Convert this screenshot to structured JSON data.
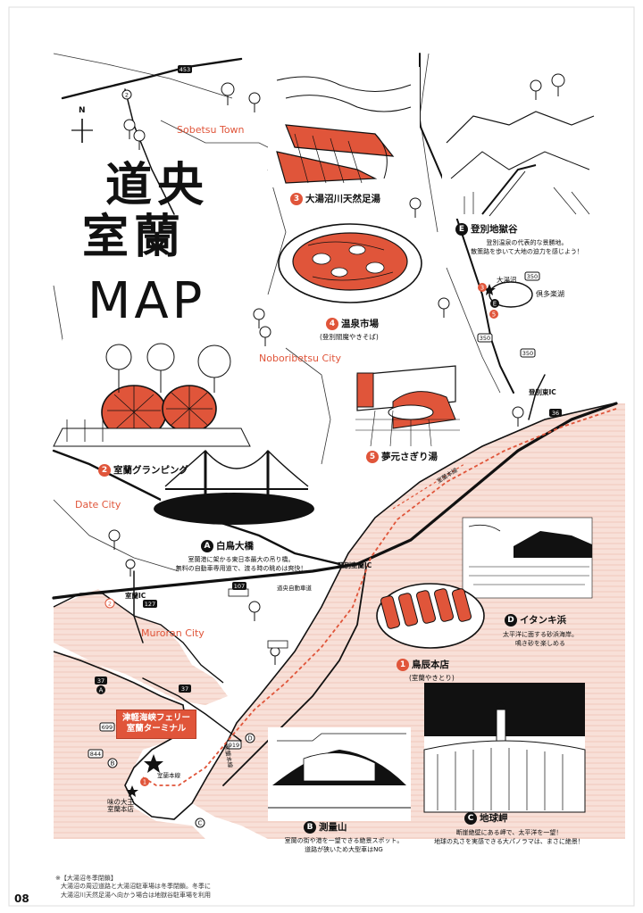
{
  "cities": {
    "sobetsu": "Sobetsu Town",
    "noboribetsu": "Noboribetsu City",
    "date": "Date City",
    "muroran": "Muroran City"
  },
  "title": {
    "line1": "道央",
    "line2": "室蘭",
    "line3": "MAP"
  },
  "north": "N",
  "spots": {
    "s1": {
      "num": "1",
      "name": "鳥辰本店",
      "sub": "(室蘭やきとり)"
    },
    "s2": {
      "num": "2",
      "name": "室蘭グランピング"
    },
    "s3": {
      "num": "3",
      "name": "大湯沼川天然足湯"
    },
    "s4": {
      "num": "4",
      "name": "温泉市場",
      "sub": "(登別閻魔やきそば)"
    },
    "s5": {
      "num": "5",
      "name": "夢元さぎり湯"
    },
    "sA": {
      "letter": "A",
      "name": "白鳥大橋",
      "desc1": "室蘭港に架かる東日本最大の吊り橋。",
      "desc2": "無料の自動車専用道で、渡る時の眺めは爽快！"
    },
    "sB": {
      "letter": "B",
      "name": "測量山",
      "desc1": "室蘭の街や港を一望できる絶景スポット。",
      "desc2": "道路が狭いため大型車はNG"
    },
    "sC": {
      "letter": "C",
      "name": "地球岬",
      "desc1": "断崖絶壁にある岬で、太平洋を一望！",
      "desc2": "地球の丸さを実感できる大パノラマは、まさに絶景！"
    },
    "sD": {
      "letter": "D",
      "name": "イタンキ浜",
      "desc1": "太平洋に面する砂浜海岸。",
      "desc2": "鳴き砂を楽しめる"
    },
    "sE": {
      "letter": "E",
      "name": "登別地獄谷",
      "desc1": "登別温泉の代表的な景勝地。",
      "desc2": "散策路を歩いて大地の迫力を感じよう！"
    }
  },
  "places": {
    "oyunuma": "大湯沼",
    "kuttara": "倶多楽湖",
    "ajinodaio1": "味の大王",
    "ajinodaio2": "室蘭本店",
    "muroran_line": "室蘭本線",
    "jr_muroran": "室蘭本線",
    "muroranhonsen2": "室蘭本線"
  },
  "ferry": {
    "line1": "津軽海峡フェリー",
    "line2": "室蘭ターミナル"
  },
  "interchanges": {
    "noboribetsu_ic": "登別東IC",
    "muroran_ic": "登別室蘭IC",
    "muroran_ic2": "室蘭IC"
  },
  "expressway": "道央自動車道",
  "routes": [
    "453",
    "2",
    "350",
    "350",
    "350",
    "36",
    "107",
    "127",
    "37",
    "37",
    "919",
    "699",
    "844",
    "2"
  ],
  "note": {
    "line1": "※【大湯沼冬季閉鎖】",
    "line2": "大湯沼の周辺道路と大湯沼駐車場は冬季閉鎖。冬季に",
    "line3": "大湯沼川天然足湯へ向かう場合は地獄谷駐車場を利用"
  },
  "page_number": "08",
  "colors": {
    "accent": "#e0553a",
    "sea": "#f6d9cf",
    "ink": "#111111"
  }
}
